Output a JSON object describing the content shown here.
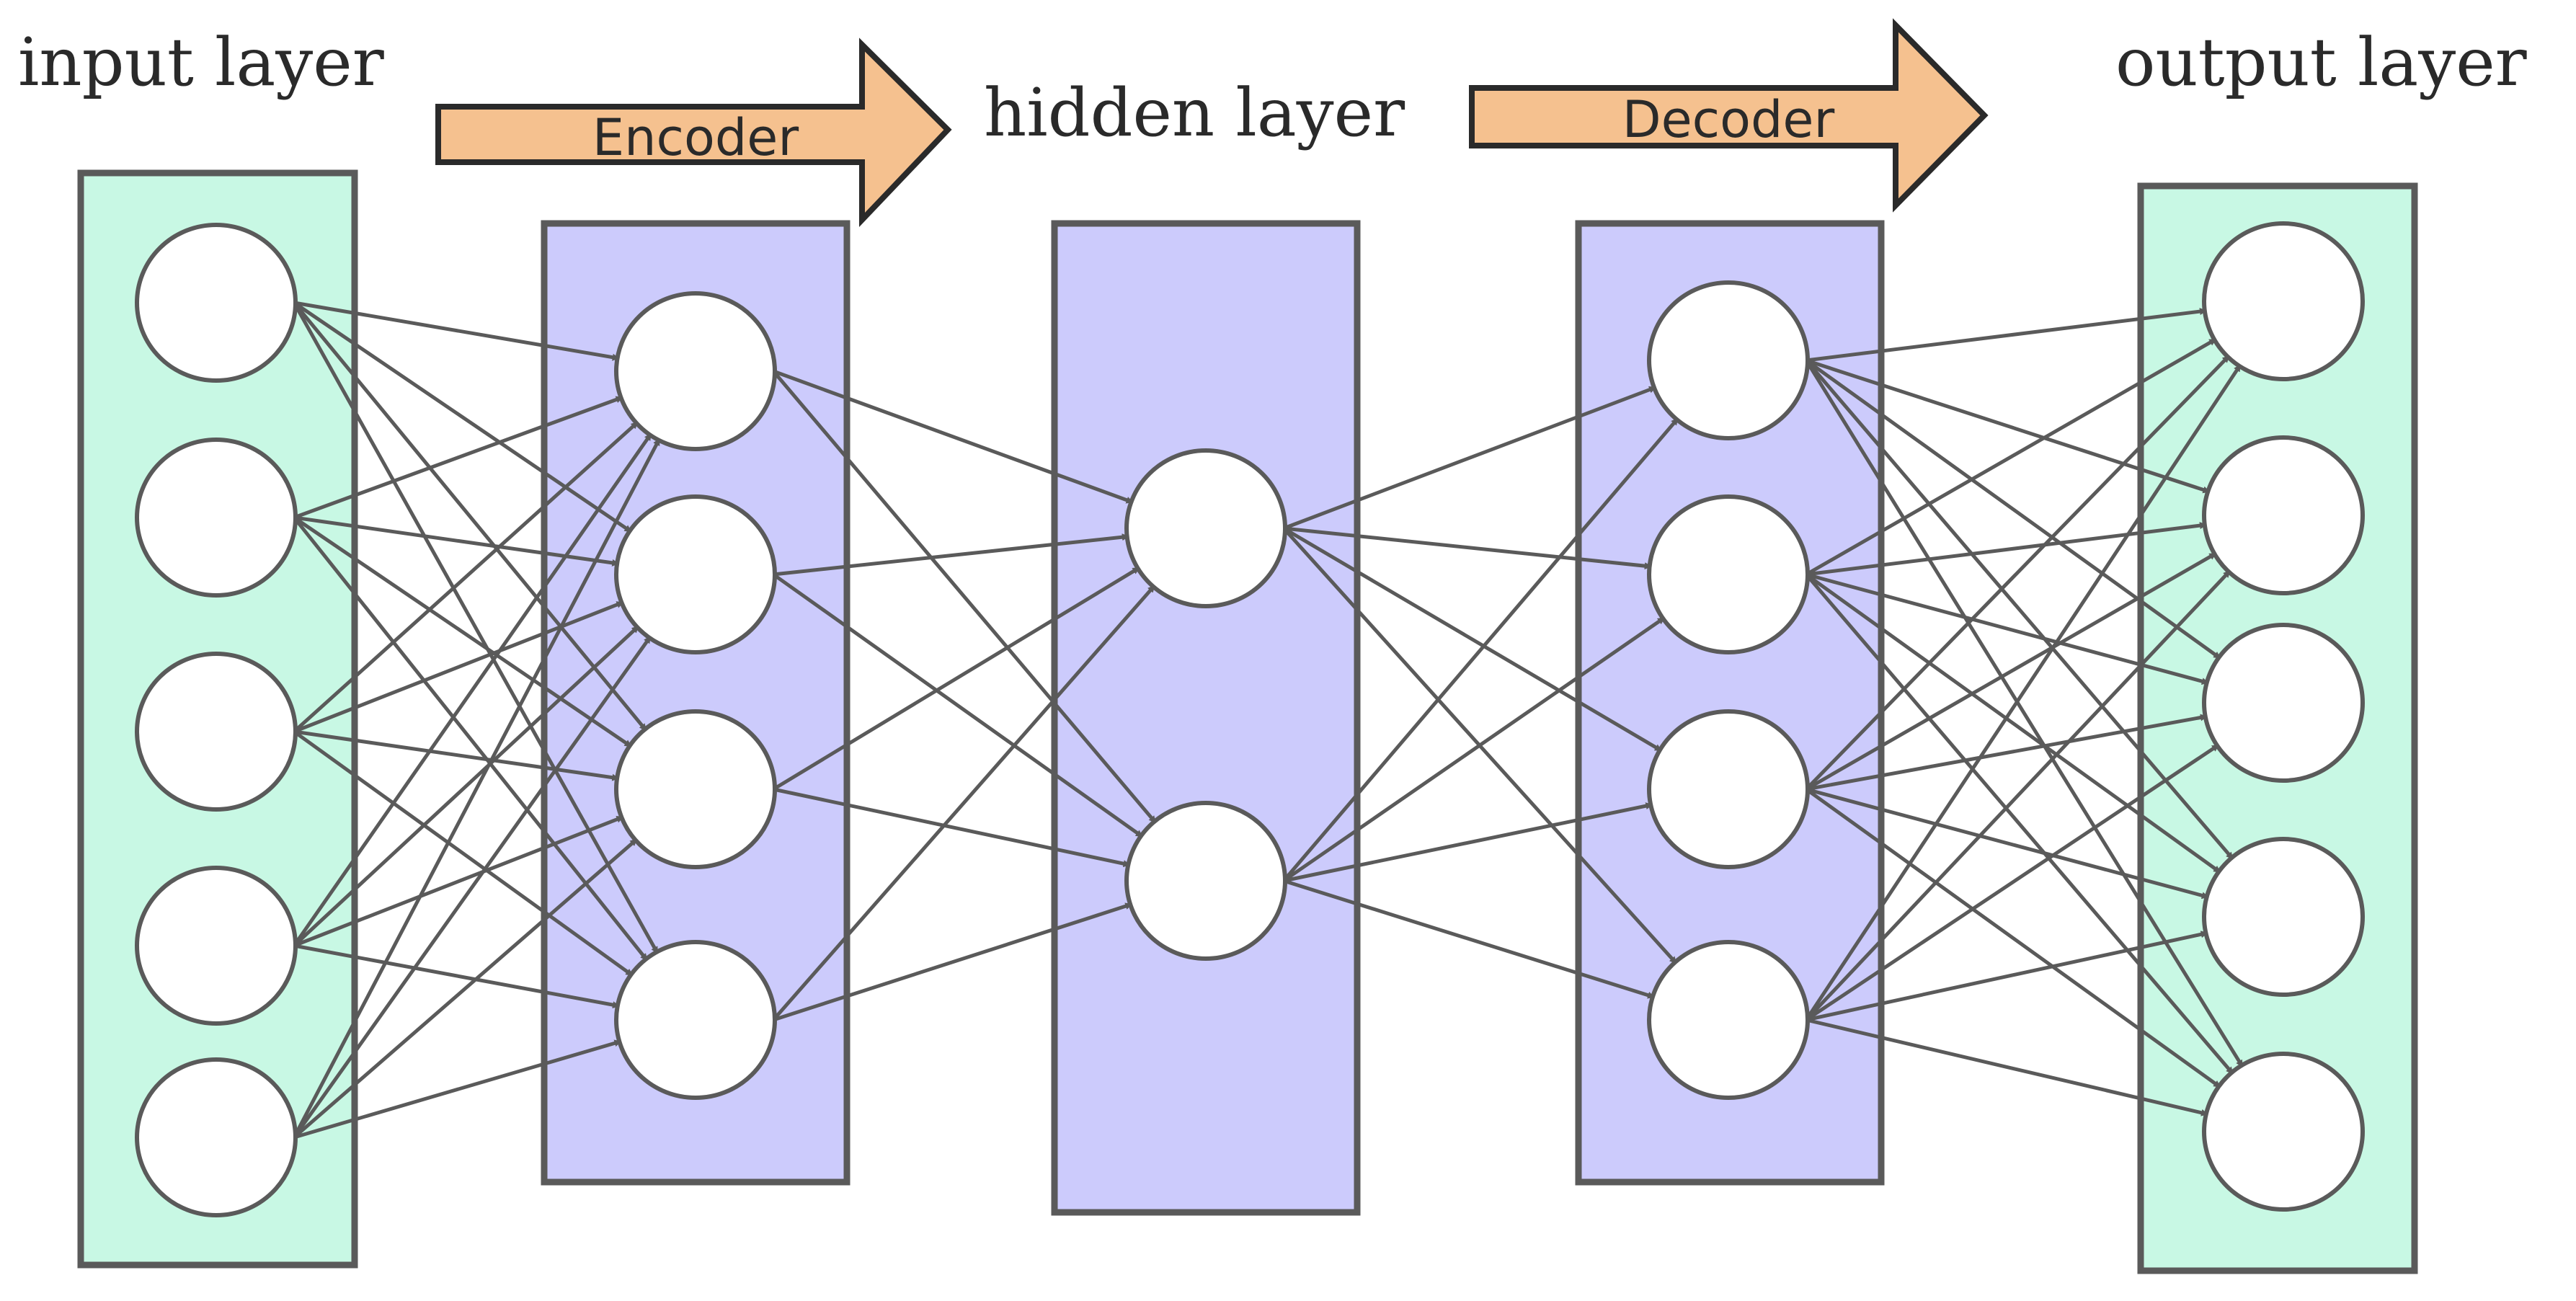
{
  "labels": {
    "input": "input layer",
    "hidden": "hidden layer",
    "output": "output layer",
    "encoder": "Encoder",
    "decoder": "Decoder"
  },
  "colors": {
    "io_layer_fill": "#c8f8e4",
    "hidden_layer_fill": "#cccbfc",
    "arrow_fill": "#f5c18f",
    "stroke": "#5a5a5a"
  },
  "network": {
    "layers": [
      {
        "id": "input",
        "role": "input layer",
        "neurons": 5
      },
      {
        "id": "encoder-hidden",
        "role": "encoder hidden layer",
        "neurons": 4
      },
      {
        "id": "bottleneck",
        "role": "hidden layer",
        "neurons": 2
      },
      {
        "id": "decoder-hidden",
        "role": "decoder hidden layer",
        "neurons": 4
      },
      {
        "id": "output",
        "role": "output layer",
        "neurons": 5
      }
    ],
    "connectivity": "fully-connected"
  }
}
